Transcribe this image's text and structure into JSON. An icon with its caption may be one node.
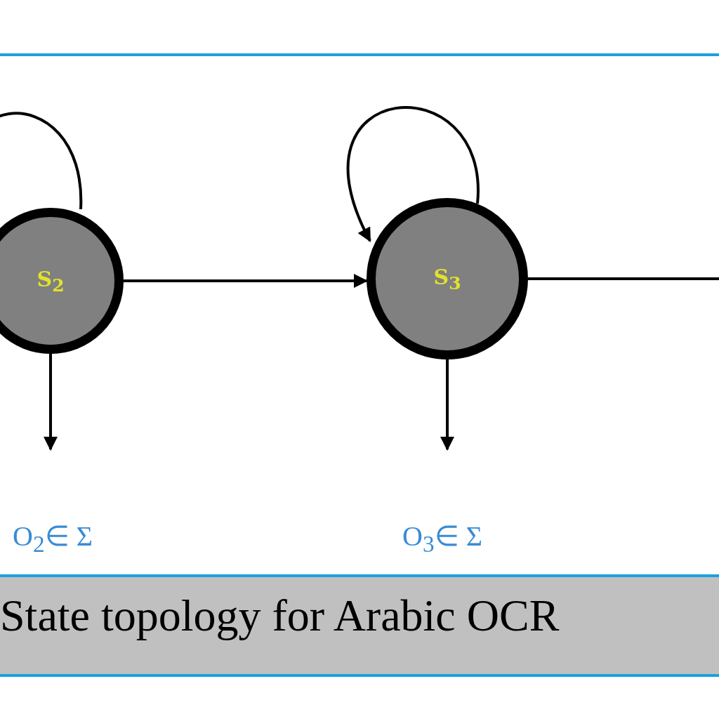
{
  "diagram": {
    "caption": "State topology for Arabic OCR",
    "nodes": [
      {
        "text": [
          "S$_{2}$"
        ]
      },
      {
        "text": [
          "S$_{3}$"
        ]
      }
    ],
    "edges": [
      {
        "from": 0,
        "to": 0,
        "arrow": "to"
      },
      {
        "from": 0,
        "to": 1,
        "arrow": "to"
      },
      {
        "from": 1,
        "to": 1,
        "arrow": "to"
      },
      {
        "from": 1,
        "to": null,
        "arrow": "none"
      },
      {
        "from": 0,
        "to": null,
        "arrow": "to"
      },
      {
        "from": 1,
        "to": null,
        "arrow": "to"
      }
    ],
    "labels": [
      "O$_{2}$∈ Σ",
      "O$_{3}$∈ Σ"
    ]
  }
}
